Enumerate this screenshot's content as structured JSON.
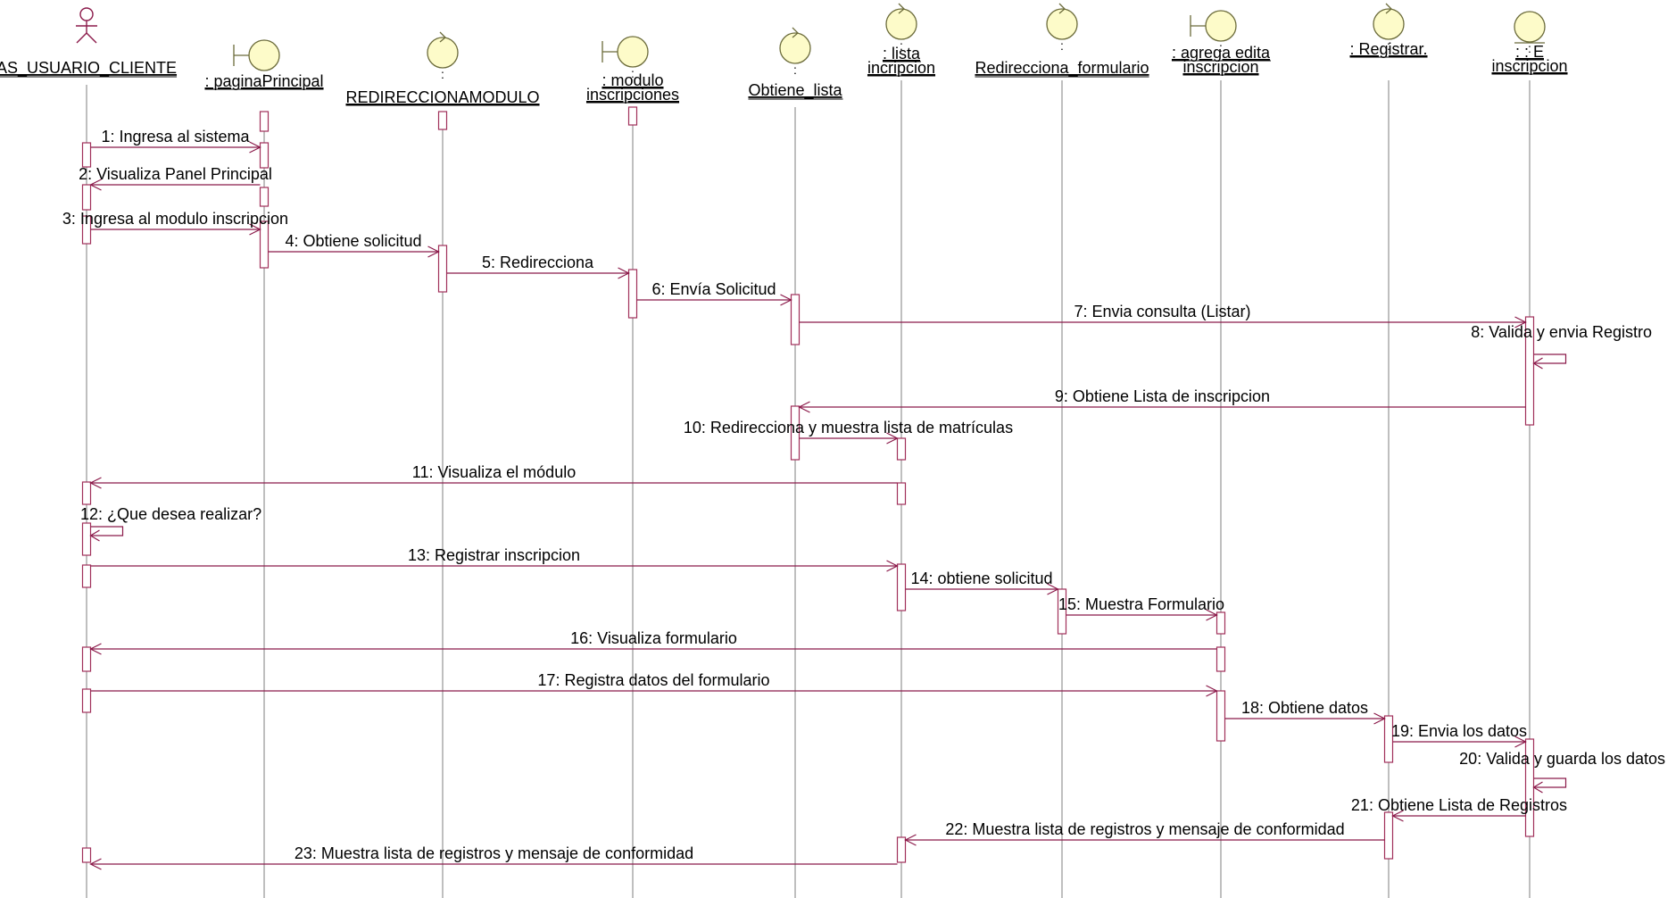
{
  "diagram": {
    "type": "sequence",
    "colors": {
      "line": "#8b1a4a",
      "object_fill": "#fdfbc9",
      "object_stroke": "#6b6b3a",
      "lifeline": "#7f7f7f",
      "activation_stroke": "#a0305a",
      "text": "#000000"
    },
    "participants": [
      {
        "id": "p0",
        "kind": "actor",
        "label": "AS_USUARIO_CLIENTE",
        "stereotype": "actor-icon"
      },
      {
        "id": "p1",
        "kind": "boundary",
        "label": ": paginaPrincipal",
        "stereotype": "boundary-icon"
      },
      {
        "id": "p2",
        "kind": "control",
        "label": "REDIRECCIONAMODULO",
        "stereotype": "control-icon"
      },
      {
        "id": "p3",
        "kind": "boundary",
        "label": ": modulo\ninscripciones",
        "stereotype": "boundary-icon"
      },
      {
        "id": "p4",
        "kind": "control",
        "label": "Obtiene_lista",
        "stereotype": "control-icon"
      },
      {
        "id": "p5",
        "kind": "control",
        "label": ": lista\nincripcion",
        "stereotype": "control-icon"
      },
      {
        "id": "p6",
        "kind": "control",
        "label": "Redirecciona_formulario",
        "stereotype": "control-icon"
      },
      {
        "id": "p7",
        "kind": "boundary",
        "label": ": agrega edita\ninscripcion",
        "stereotype": "boundary-icon"
      },
      {
        "id": "p8",
        "kind": "control",
        "label": ": Registrar.",
        "stereotype": "control-icon"
      },
      {
        "id": "p9",
        "kind": "entity",
        "label": ": : E\ninscripcion",
        "stereotype": "entity-icon"
      }
    ],
    "messages": [
      {
        "from": "p0",
        "to": "p1",
        "label": "1: Ingresa al sistema"
      },
      {
        "from": "p1",
        "to": "p0",
        "label": "2: Visualiza Panel Principal"
      },
      {
        "from": "p0",
        "to": "p1",
        "label": "3: Ingresa al modulo inscripcion"
      },
      {
        "from": "p1",
        "to": "p2",
        "label": "4: Obtiene solicitud"
      },
      {
        "from": "p2",
        "to": "p3",
        "label": "5: Redirecciona"
      },
      {
        "from": "p3",
        "to": "p4",
        "label": "6: Envía Solicitud"
      },
      {
        "from": "p4",
        "to": "p9",
        "label": "7: Envia consulta (Listar)"
      },
      {
        "from": "p9",
        "to": "p9",
        "label": "8: Valida y envia Registro"
      },
      {
        "from": "p9",
        "to": "p4",
        "label": "9: Obtiene Lista de inscripcion"
      },
      {
        "from": "p4",
        "to": "p5",
        "label": "10: Redirecciona y muestra lista de matrículas"
      },
      {
        "from": "p5",
        "to": "p0",
        "label": "11: Visualiza el módulo"
      },
      {
        "from": "p0",
        "to": "p0",
        "label": "12: ¿Que desea realizar?"
      },
      {
        "from": "p0",
        "to": "p5",
        "label": "13: Registrar inscripcion"
      },
      {
        "from": "p5",
        "to": "p6",
        "label": "14: obtiene solicitud"
      },
      {
        "from": "p6",
        "to": "p7",
        "label": "15: Muestra Formulario"
      },
      {
        "from": "p7",
        "to": "p0",
        "label": "16: Visualiza formulario"
      },
      {
        "from": "p0",
        "to": "p7",
        "label": "17: Registra datos del formulario"
      },
      {
        "from": "p7",
        "to": "p8",
        "label": "18: Obtiene datos"
      },
      {
        "from": "p8",
        "to": "p9",
        "label": "19: Envia los datos"
      },
      {
        "from": "p9",
        "to": "p9",
        "label": "20: Valida y guarda los datos"
      },
      {
        "from": "p9",
        "to": "p8",
        "label": "21: Obtiene Lista de Registros"
      },
      {
        "from": "p8",
        "to": "p5",
        "label": "22: Muestra lista de registros y mensaje de conformidad"
      },
      {
        "from": "p5",
        "to": "p0",
        "label": "23: Muestra lista de registros y mensaje de conformidad"
      }
    ]
  }
}
